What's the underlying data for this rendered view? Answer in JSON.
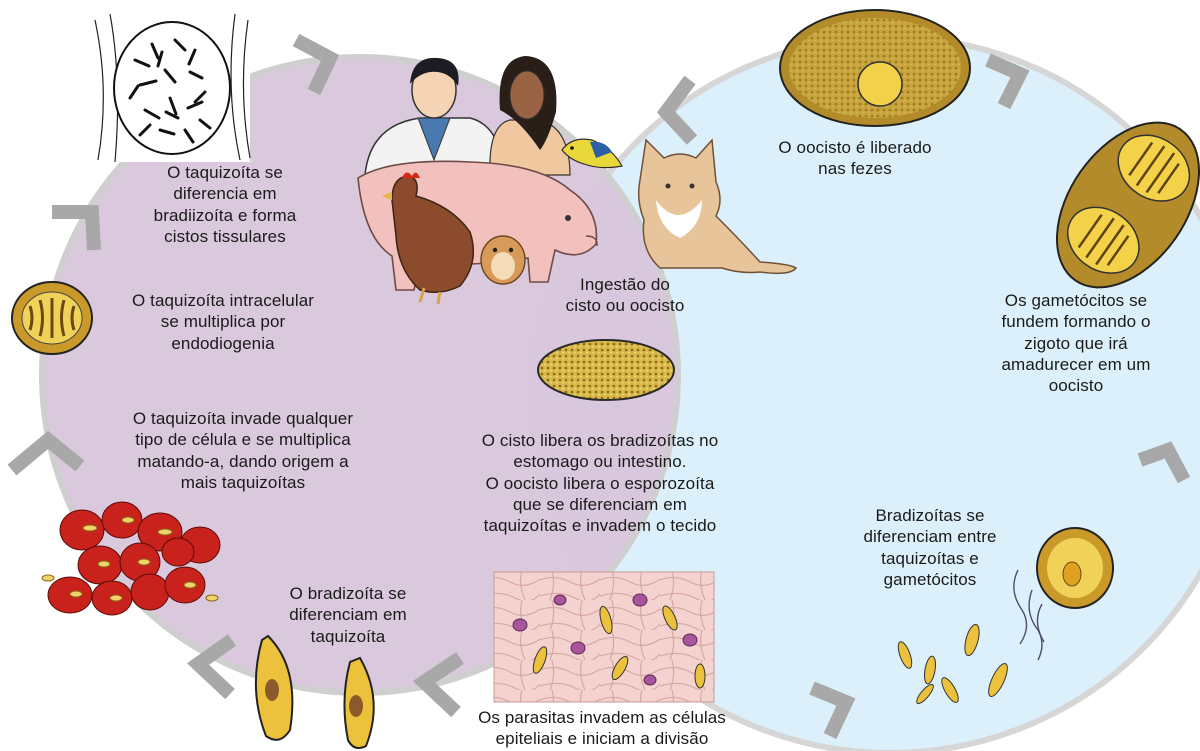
{
  "colors": {
    "human_cycle_fill": "#d9c6dc",
    "cat_cycle_fill": "#dcf0fb",
    "cycle_ring": "#cfcfcf",
    "arrow": "#a8a8a8",
    "parasite": "#e6c24a",
    "red_cell": "#c9221c"
  },
  "labels": {
    "tachy_to_brady": "O taquizoíta se\ndiferencia em\nbradiizoíta e forma\ncistos tissulares",
    "tachy_multiplies": "O taquizoíta intracelular\nse multiplica por\nendodiogenia",
    "tachy_invades": "O taquizoíta invade qualquer\ntipo de célula e se multiplica\nmatando-a, dando origem a\nmais taquizoítas",
    "brady_to_tachy": "O bradizoíta se\ndiferenciam em\ntaquizoíta",
    "parasites_invade": "Os parasitas invadem as células\nepiteliais e iniciam a divisão",
    "cyst_releases": "O cisto libera os bradizoítas no\nestomago ou intestino.\nO oocisto libera o esporozoíta\nque se diferenciam em\ntaquizoítas e invadem o tecido",
    "ingestion": "Ingestão do\ncisto ou oocisto",
    "oocyst_released": "O oocisto é liberado\nnas fezes",
    "gametocytes_fuse": "Os gametócitos se\nfundem formando o\nzigoto que irá\namadurecer em um\noocisto",
    "bradyzoites_differentiate": "Bradizoítas se\ndiferenciam entre\ntaquizoítas e\ngametócitos"
  },
  "icons": {
    "tissue_cyst": "tissue-cyst-drawing-icon",
    "people": "people-icon",
    "pig": "pig-icon",
    "chicken": "chicken-icon",
    "hamster": "hamster-icon",
    "bird": "bird-icon",
    "cat": "cat-icon",
    "oocyst": "oocyst-icon",
    "sporulated_oocyst": "sporulated-oocyst-icon",
    "tissue_cyst_oval": "bradyzoite-cyst-icon",
    "epithelial_cells": "epithelial-cells-icon",
    "red_blood_cells": "red-blood-cells-icon",
    "tachyzoite": "tachyzoite-icon",
    "cell_with_tachyzoites": "intracellular-tachyzoites-icon"
  }
}
